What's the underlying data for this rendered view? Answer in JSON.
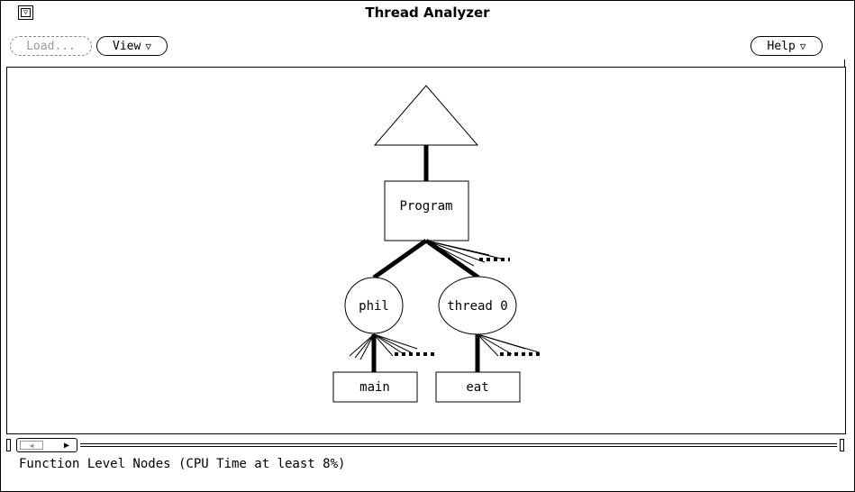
{
  "window": {
    "title": "Thread Analyzer",
    "menu_icon": "triangle-down-icon"
  },
  "toolbar": {
    "load_label": "Load...",
    "view_label": "View",
    "help_label": "Help",
    "menu_glyph": "▽"
  },
  "graph": {
    "nodes": {
      "root": {
        "shape": "triangle",
        "label": ""
      },
      "program": {
        "shape": "rect",
        "label": "Program"
      },
      "phil": {
        "shape": "ellipse",
        "label": "phil"
      },
      "thread0": {
        "shape": "ellipse",
        "label": "thread 0"
      },
      "main": {
        "shape": "rect",
        "label": "main"
      },
      "eat": {
        "shape": "rect",
        "label": "eat"
      }
    },
    "edges": [
      {
        "from": "root",
        "to": "program",
        "weight": "heavy"
      },
      {
        "from": "program",
        "to": "phil",
        "weight": "heavy"
      },
      {
        "from": "program",
        "to": "thread0",
        "weight": "heavy"
      },
      {
        "from": "phil",
        "to": "main",
        "weight": "heavy"
      },
      {
        "from": "thread0",
        "to": "eat",
        "weight": "heavy"
      }
    ]
  },
  "status": {
    "text": "Function Level Nodes (CPU Time at least 8%)"
  },
  "colors": {
    "foreground": "#000000",
    "background": "#ffffff",
    "disabled": "#999999"
  }
}
